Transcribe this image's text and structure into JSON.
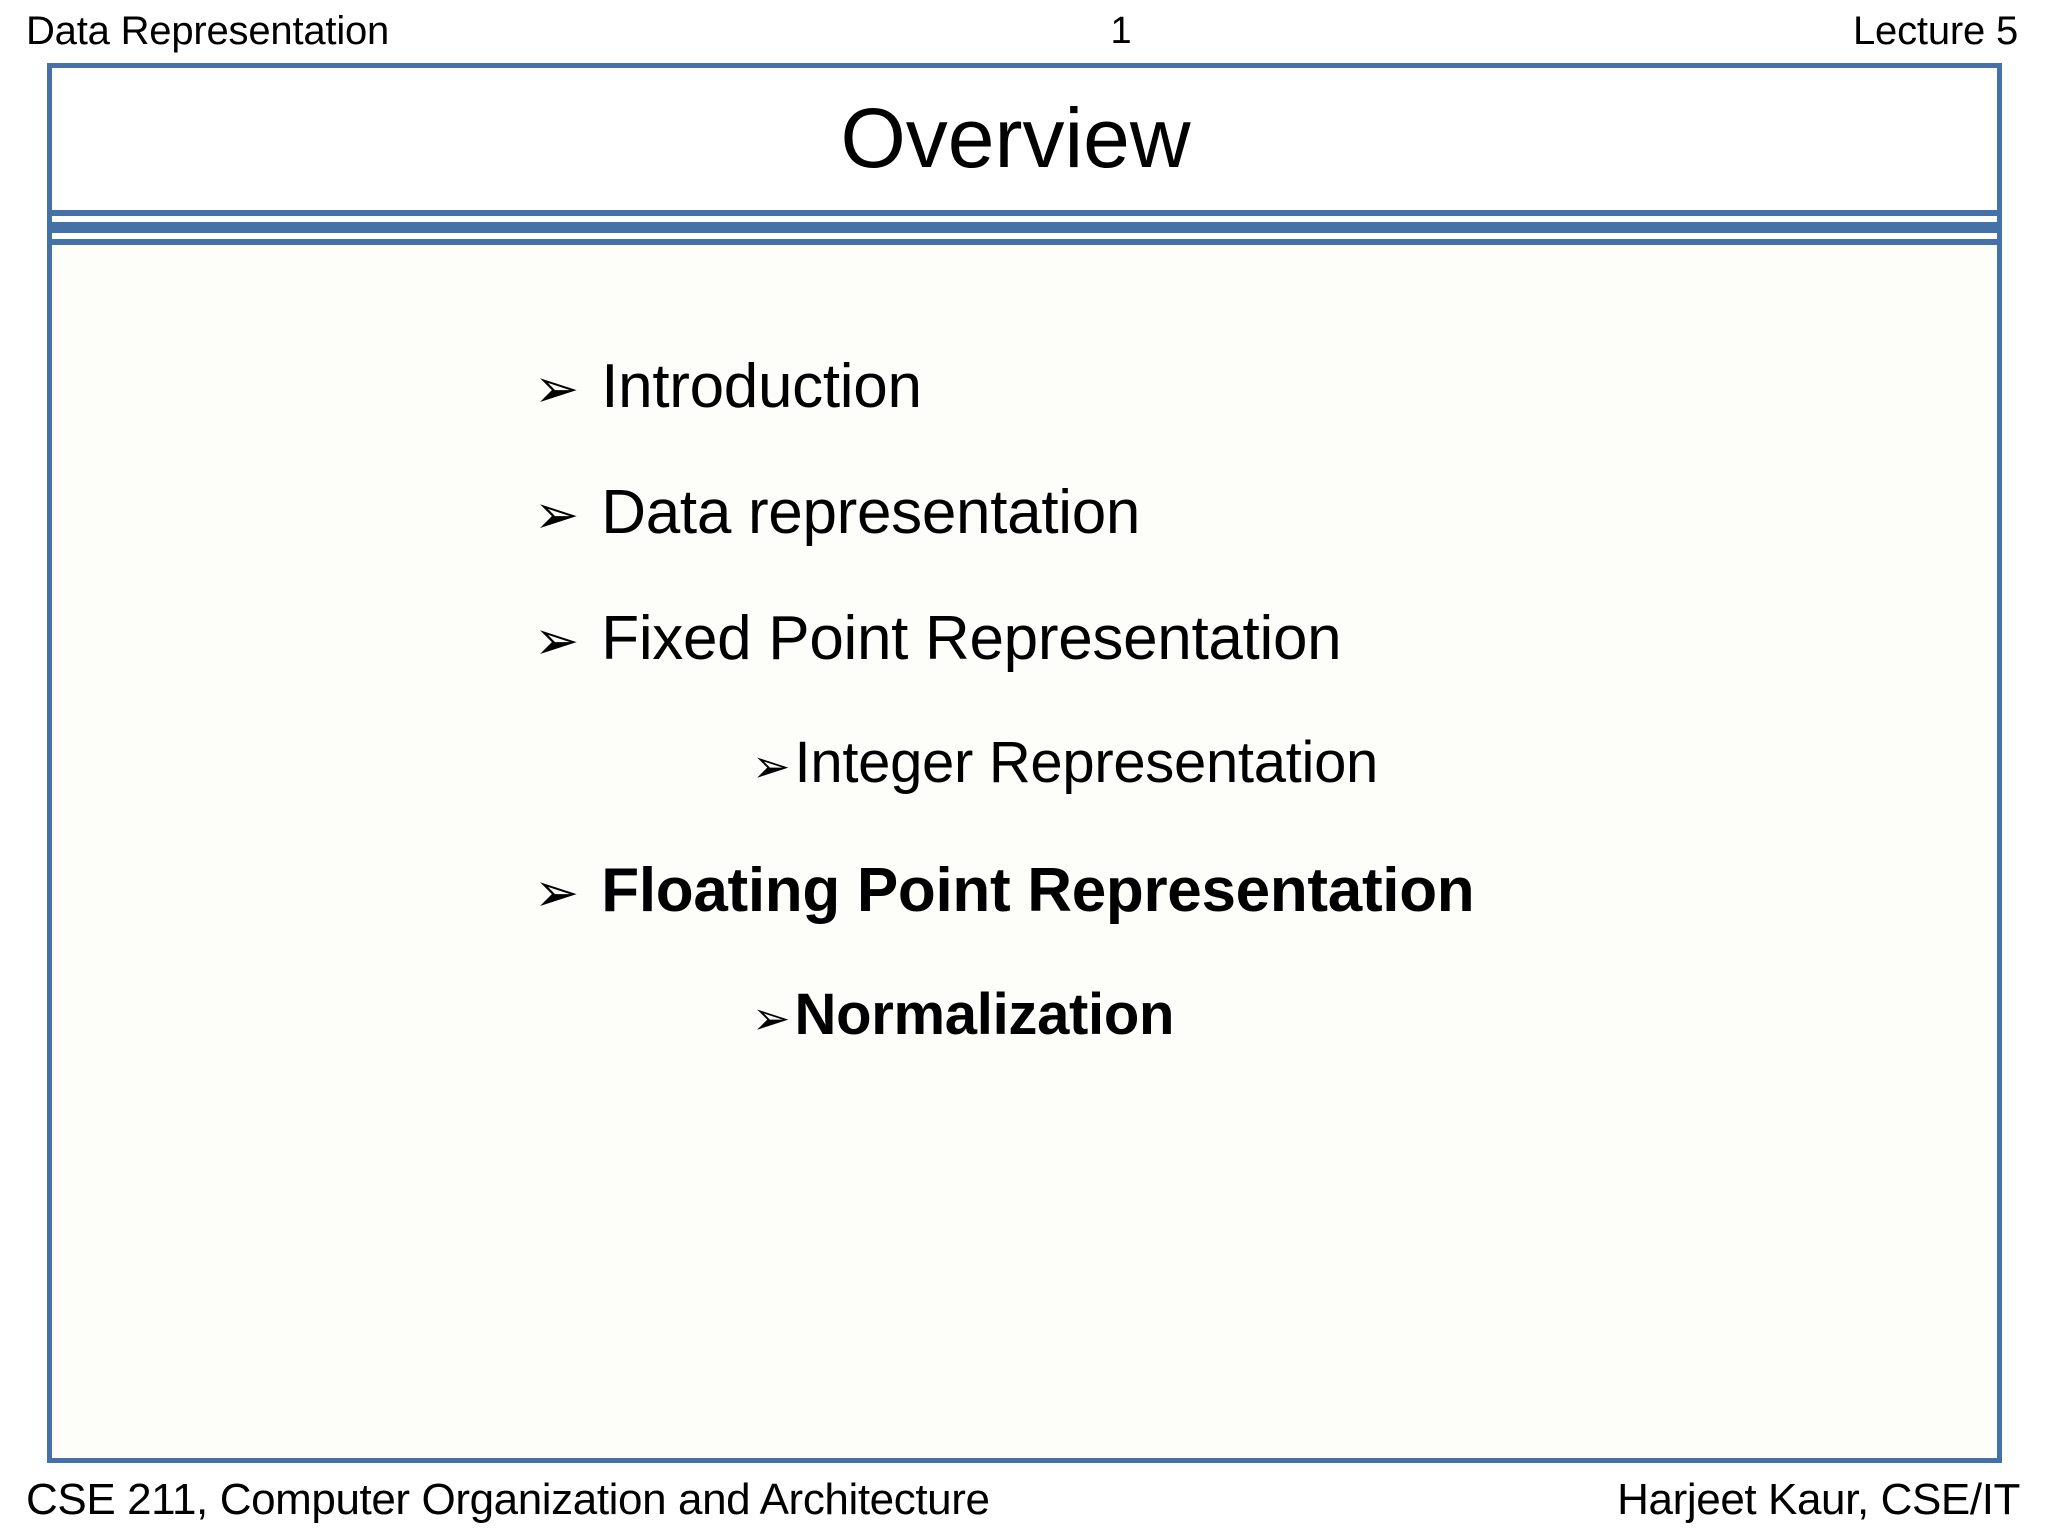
{
  "header": {
    "left_label": "Data Representation",
    "slide_number": "1",
    "right_label": "Lecture 5"
  },
  "slide": {
    "title": "Overview",
    "accent_color": "#4472A8",
    "body_background": "#FDFEFA",
    "bullet_glyph": "➢",
    "bullets": [
      {
        "label": "Introduction",
        "level": 1,
        "bold": false
      },
      {
        "label": "Data representation",
        "level": 1,
        "bold": false
      },
      {
        "label": "Fixed Point Representation",
        "level": 1,
        "bold": false
      },
      {
        "label": "Integer Representation",
        "level": 2,
        "bold": false
      },
      {
        "label": "Floating Point Representation",
        "level": 1,
        "bold": true
      },
      {
        "label": "Normalization",
        "level": 2,
        "bold": true
      }
    ]
  },
  "footer": {
    "left_label": "CSE 211, Computer Organization and Architecture",
    "right_label": "Harjeet Kaur, CSE/IT"
  }
}
